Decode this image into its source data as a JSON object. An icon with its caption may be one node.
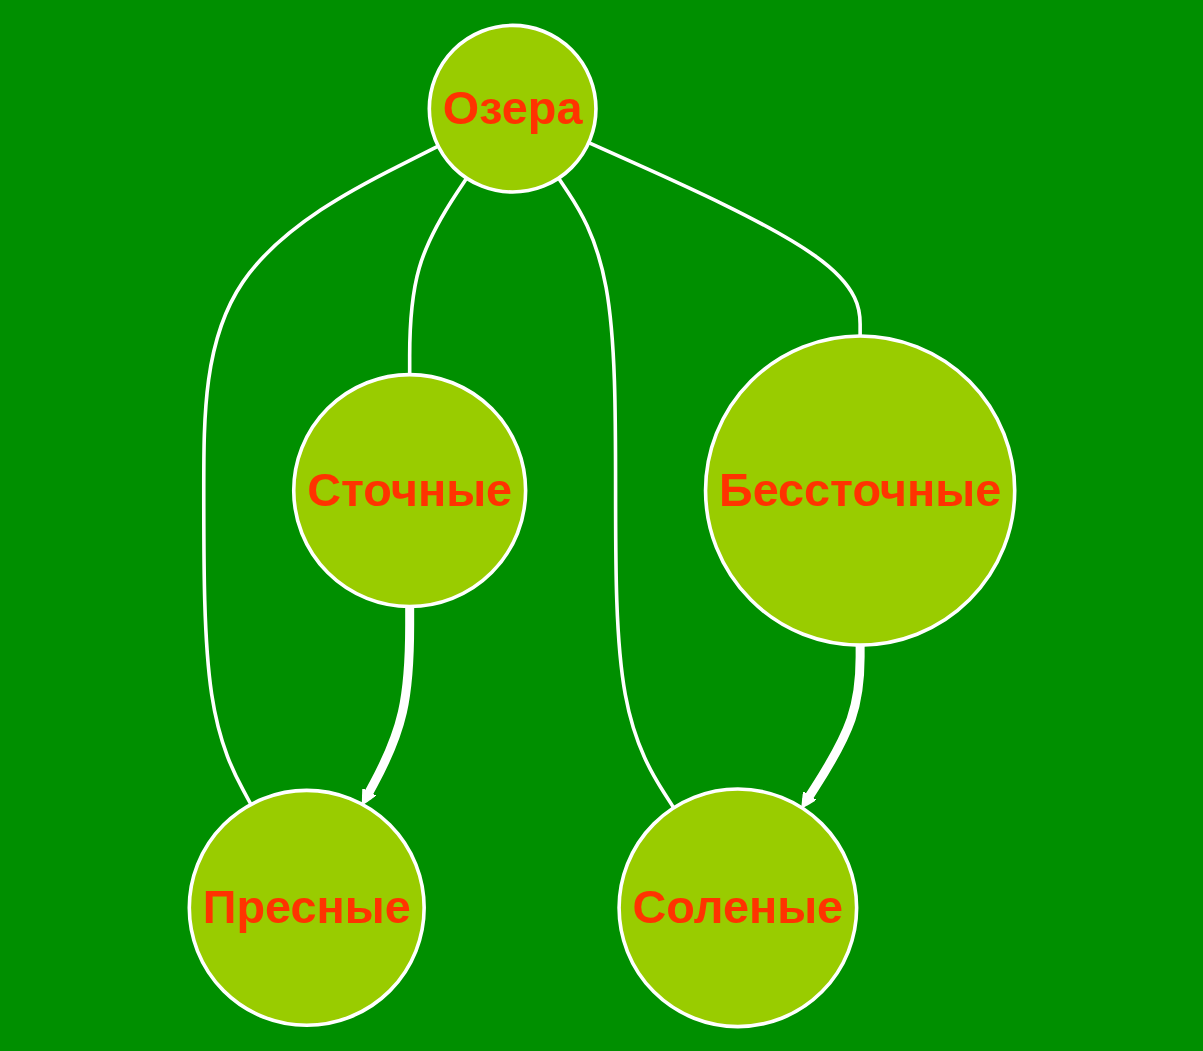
{
  "diagram": {
    "nodes": [
      {
        "text": [
          "Сточные"
        ]
      },
      {
        "text": [
          "Пресные"
        ]
      },
      {
        "text": [
          "Озера"
        ]
      },
      {
        "text": [
          "Бессточные"
        ]
      },
      {
        "text": [
          "Соленые"
        ]
      }
    ],
    "edges": [
      {
        "from": 2,
        "to": 0,
        "arrow": "none"
      },
      {
        "from": 2,
        "to": 1,
        "arrow": "none"
      },
      {
        "from": 2,
        "to": 3,
        "arrow": "none"
      },
      {
        "from": 2,
        "to": 4,
        "arrow": "none"
      },
      {
        "from": 0,
        "to": 1,
        "arrow": "to",
        "style": "thick"
      },
      {
        "from": 3,
        "to": 4,
        "arrow": "to",
        "style": "thick"
      }
    ]
  }
}
